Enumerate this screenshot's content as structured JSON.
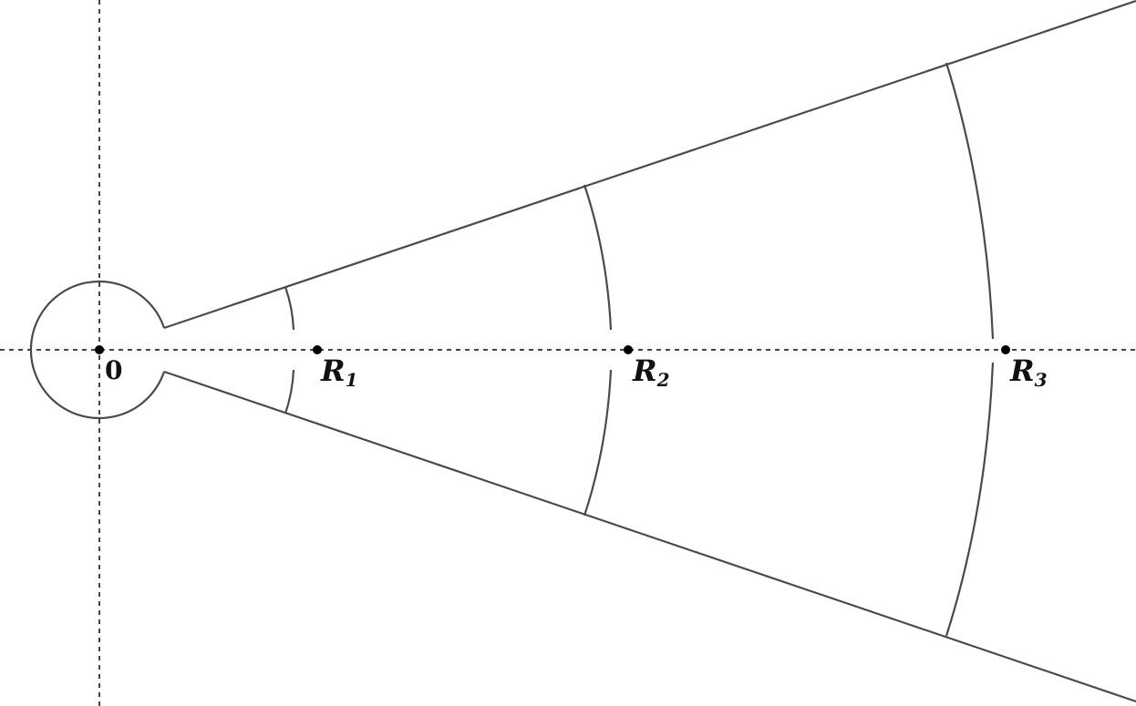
{
  "origin_label": "0",
  "points": [
    {
      "letter": "R",
      "index": "1"
    },
    {
      "letter": "R",
      "index": "2"
    },
    {
      "letter": "R",
      "index": "3"
    }
  ]
}
